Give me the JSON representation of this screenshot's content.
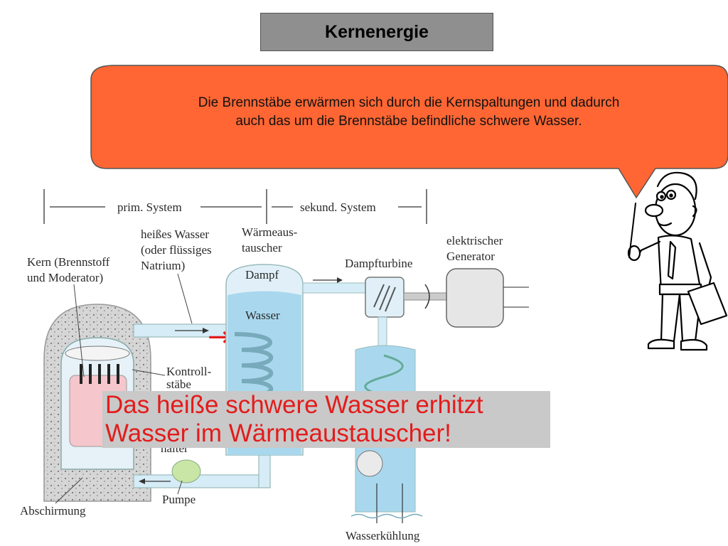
{
  "slide": {
    "title": "Kernenergie"
  },
  "speech_bubble": {
    "line1": "Die Brennstäbe erwärmen sich durch die Kernspaltungen und dadurch",
    "line2": "auch das um die Brennstäbe befindliche schwere Wasser.",
    "color": "#ff6633"
  },
  "diagram": {
    "labels": {
      "prim_system": "prim. System",
      "sekund_system": "sekund. System",
      "heisses_wasser_1": "heißes Wasser",
      "heisses_wasser_2": "(oder flüssiges",
      "heisses_wasser_3": "Natrium)",
      "kern_1": "Kern (Brennstoff",
      "kern_2": "und Moderator)",
      "waermetauscher_1": "Wärmeaus-",
      "waermetauscher_2": "tauscher",
      "dampf": "Dampf",
      "wasser": "Wasser",
      "dampfturbine": "Dampfturbine",
      "generator_1": "elektrischer",
      "generator_2": "Generator",
      "kontroll_1": "Kontroll-",
      "kontroll_2": "stäbe",
      "halter": "halter",
      "pumpe": "Pumpe",
      "abschirmung": "Abschirmung",
      "wasserkuehlung": "Wasserkühlung"
    },
    "colors": {
      "water": "#a9d8ee",
      "pipe": "#d6ecf7",
      "core": "#f5c6cc",
      "shield": "#d4d4d4"
    }
  },
  "caption": {
    "line1": "Das heiße schwere Wasser erhitzt",
    "line2": "Wasser im Wärmeaustauscher!",
    "color": "#e41b1b"
  }
}
